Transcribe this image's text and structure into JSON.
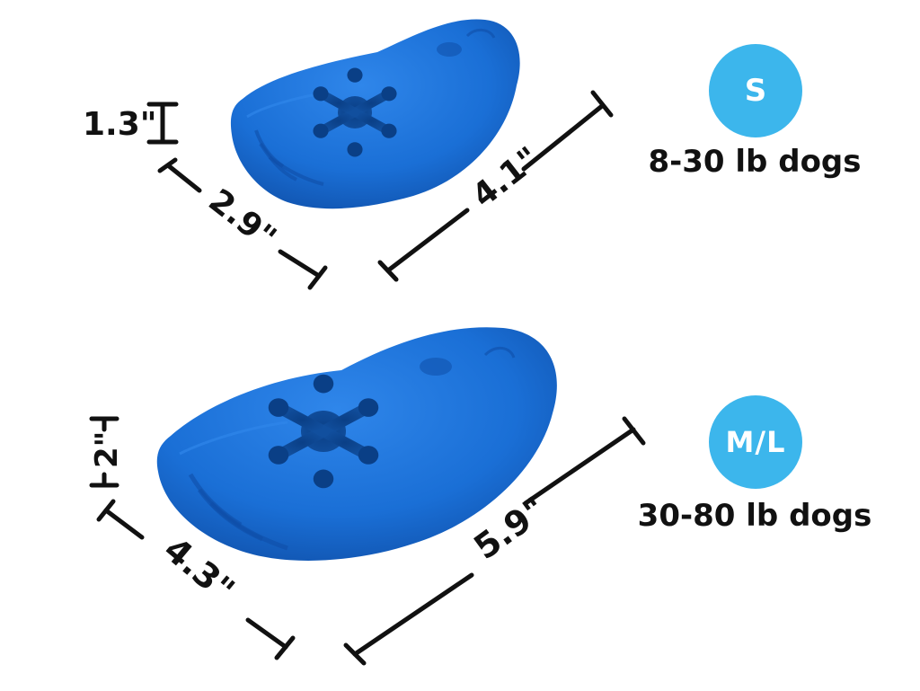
{
  "colors": {
    "toy_blue": "#1a6fd6",
    "toy_blue_dark": "#0f4fa8",
    "toy_blue_light": "#2f86ea",
    "badge_blue": "#3cb6ec",
    "line_black": "#111111"
  },
  "sizes": [
    {
      "badge": "S",
      "weight_range": "8-30 lb dogs",
      "height": "1.3\"",
      "width": "2.9\"",
      "length": "4.1\""
    },
    {
      "badge": "M/L",
      "weight_range": "30-80 lb dogs",
      "height": "2\"",
      "width": "4.3\"",
      "length": "5.9\""
    }
  ]
}
